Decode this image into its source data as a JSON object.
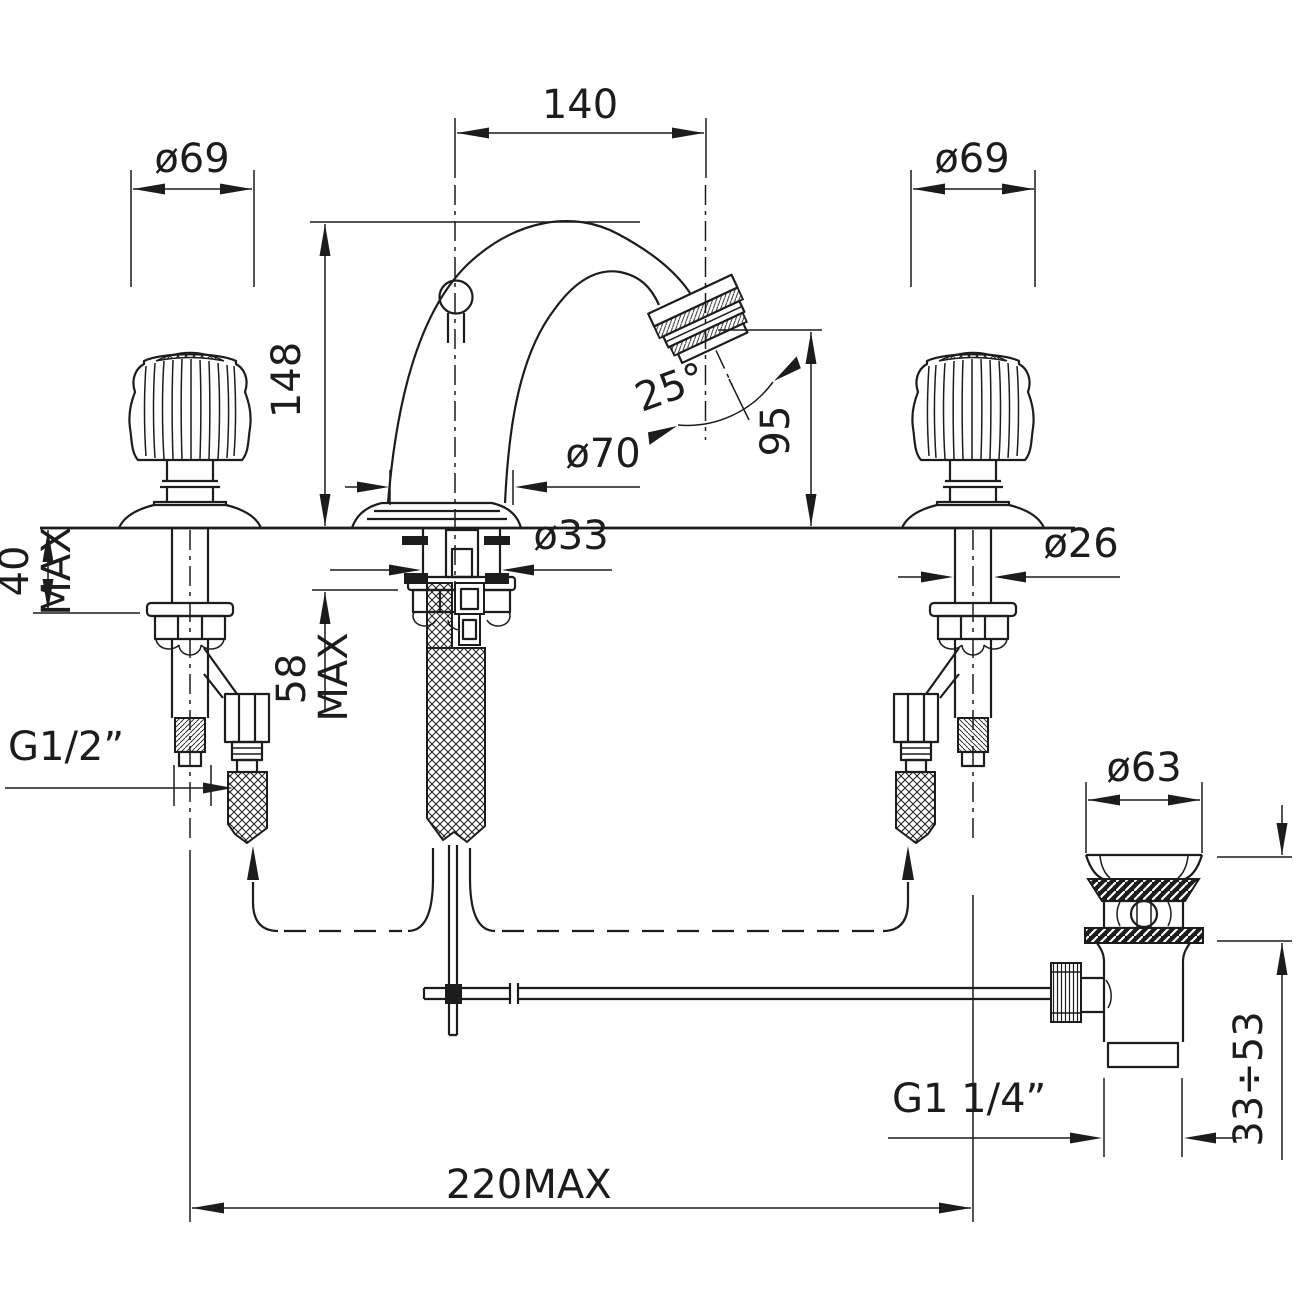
{
  "drawing": {
    "title": "basin mixer technical drawing",
    "line_color": "#1c1c1c",
    "background_color": "#ffffff",
    "dimensions": {
      "spout_reach": "140",
      "handle_dia_left": "ø69",
      "handle_dia_right": "ø69",
      "spout_height": "148",
      "outlet_height": "95",
      "spray_angle": "25°",
      "spout_body_dia": "ø70",
      "center_shank_dia": "ø33",
      "valve_shank_dia": "ø26",
      "deck_left_value": "40",
      "deck_left_suffix": "MAX",
      "deck_center_value": "58",
      "deck_center_suffix": "MAX",
      "supply_thread": "G1/2”",
      "waste_flange_dia": "ø63",
      "waste_thread": "G1  1/4”",
      "waste_deck_range": "33÷53",
      "spacing_value": "220",
      "spacing_suffix": "MAX"
    }
  }
}
